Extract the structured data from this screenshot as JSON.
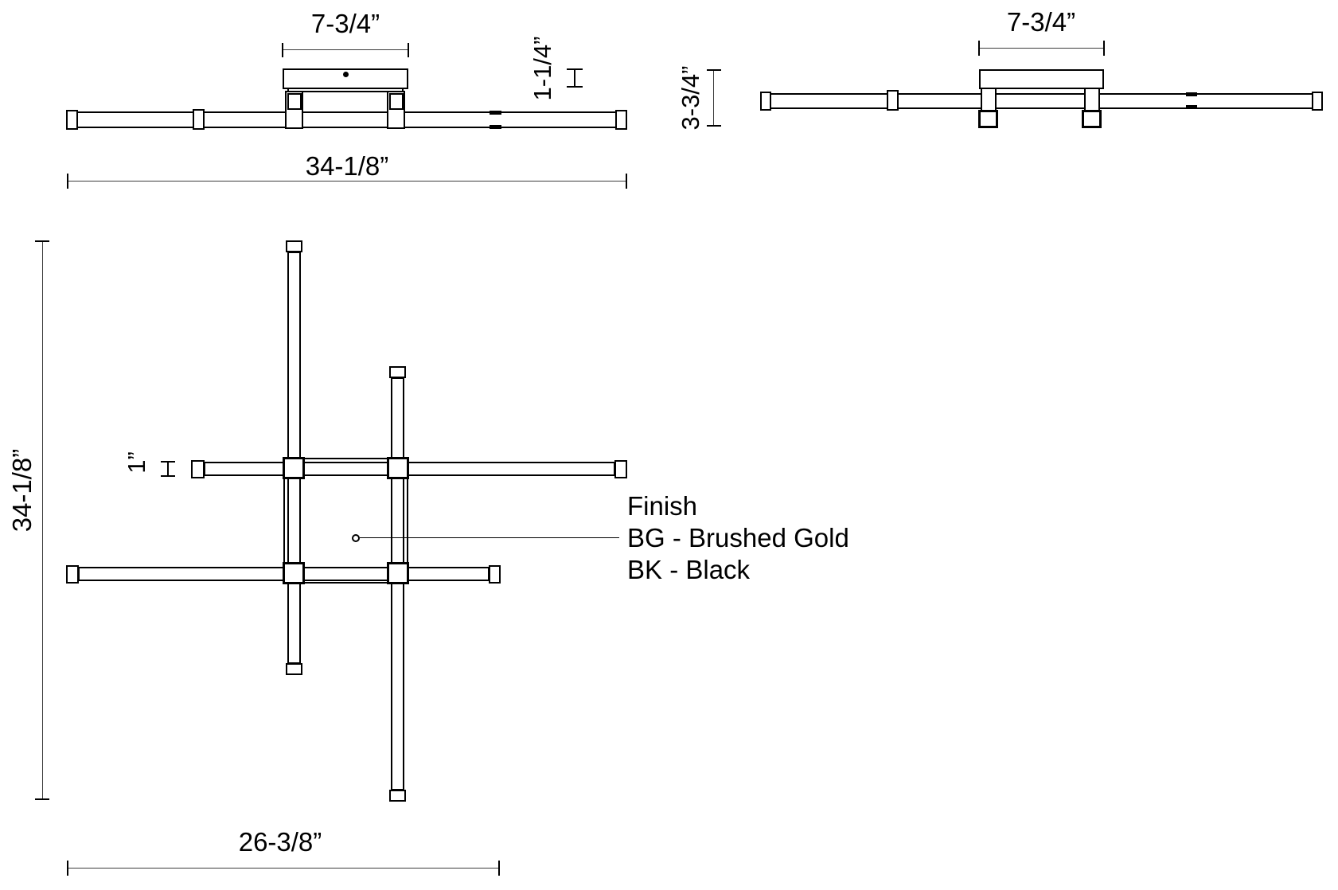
{
  "front_view": {
    "canopy_width_dim": "7-3/4”",
    "bar_height_dim": "1-1/4”",
    "overall_width_dim": "34-1/8”"
  },
  "side_view": {
    "canopy_width_dim": "7-3/4”",
    "fixture_height_dim": "3-3/4”"
  },
  "plan_view": {
    "overall_length_dim": "34-1/8”",
    "bar_width_dim": "1”",
    "bar_length_dim": "26-3/8”"
  },
  "finish_legend": {
    "title": "Finish",
    "options": [
      "BG - Brushed Gold",
      "BK - Black"
    ]
  },
  "colors": {
    "line": "#000000",
    "dimension_line": "#3c3c3c",
    "background": "#ffffff"
  }
}
